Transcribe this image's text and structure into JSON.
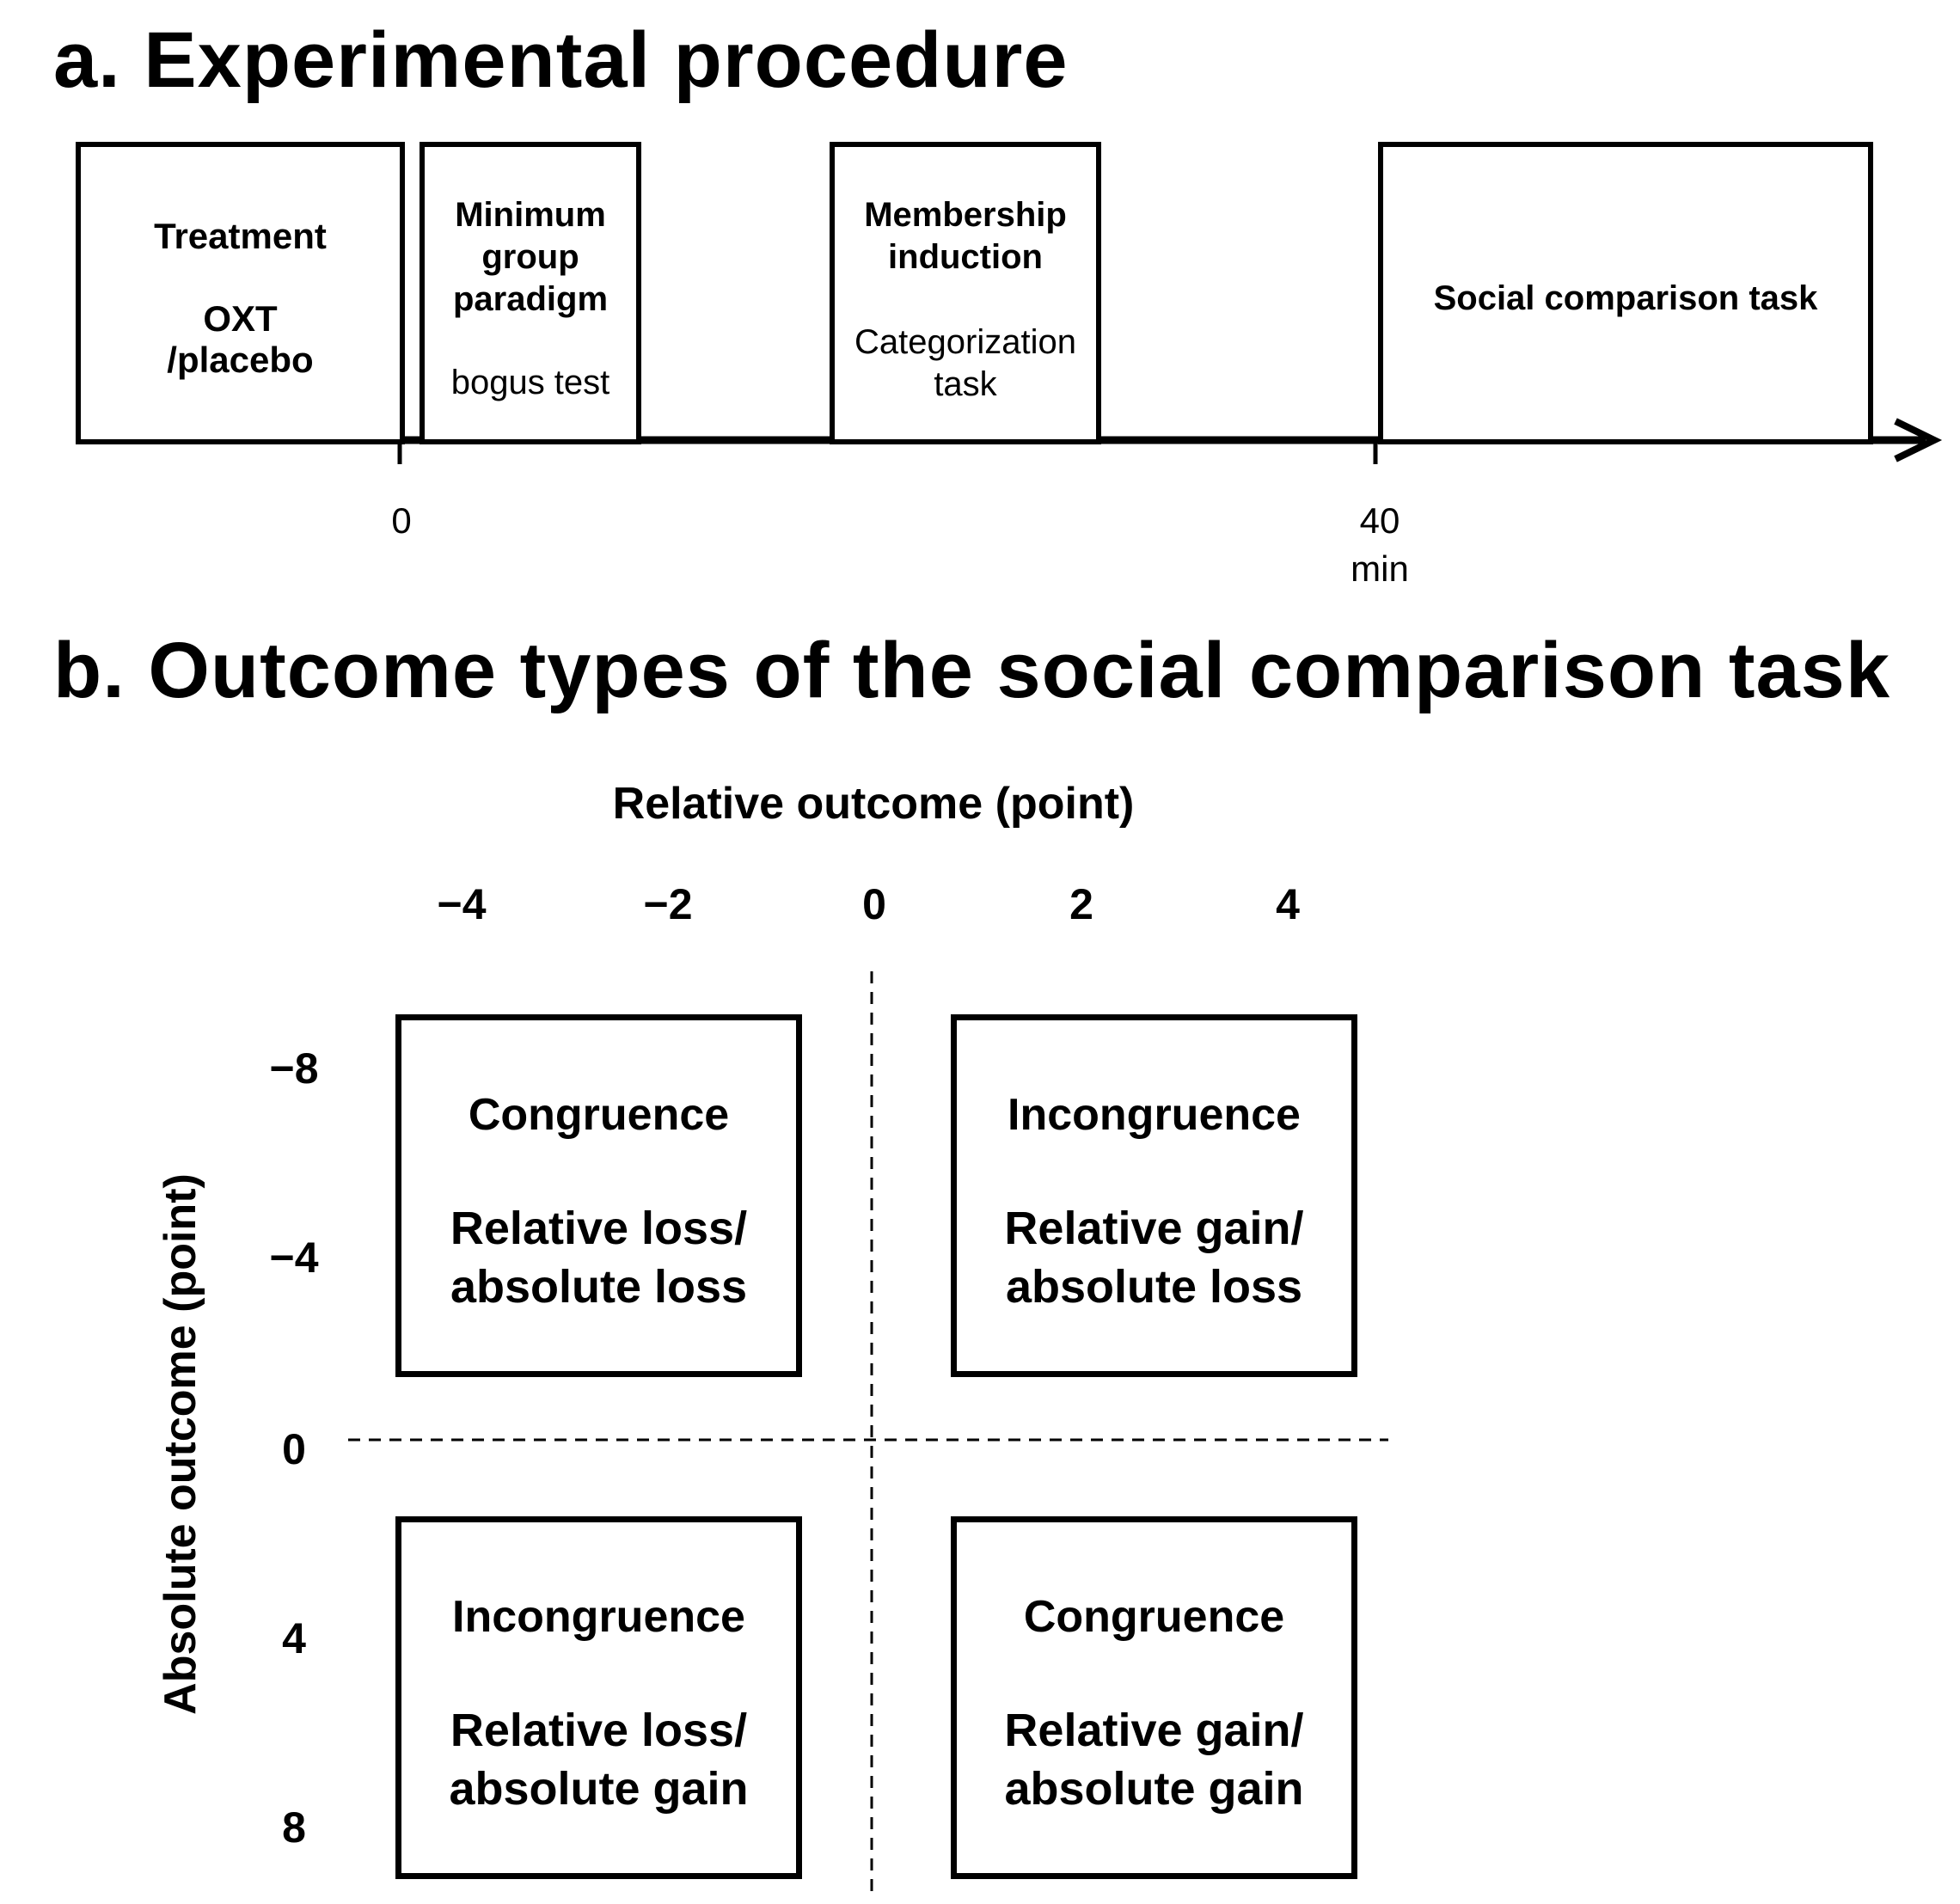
{
  "panel_a": {
    "title": "a. Experimental procedure",
    "boxes": [
      {
        "lines": [
          "Treatment",
          "",
          "OXT",
          "/placebo"
        ]
      },
      {
        "lines": [
          "Minimum",
          "group",
          "paradigm"
        ],
        "sub": "bogus test"
      },
      {
        "lines": [
          "Membership",
          "induction"
        ],
        "sub_lines": [
          "Categorization",
          "task"
        ]
      },
      {
        "lines": [
          "Social comparison task"
        ]
      }
    ],
    "timeline": {
      "tick_0": "0",
      "tick_40": "40",
      "unit": "min"
    }
  },
  "panel_b": {
    "title": "b. Outcome types of the social comparison task",
    "x_axis_label": "Relative outcome (point)",
    "y_axis_label": "Absolute outcome (point)",
    "x_ticks": [
      "−4",
      "−2",
      "0",
      "2",
      "4"
    ],
    "y_ticks": [
      "−8",
      "−4",
      "0",
      "4",
      "8"
    ],
    "quadrants": [
      {
        "type": "Congruence",
        "line1": "Relative loss/",
        "line2": "absolute loss"
      },
      {
        "type": "Incongruence",
        "line1": "Relative gain/",
        "line2": "absolute loss"
      },
      {
        "type": "Incongruence",
        "line1": "Relative loss/",
        "line2": "absolute gain"
      },
      {
        "type": "Congruence",
        "line1": "Relative gain/",
        "line2": "absolute gain"
      }
    ]
  }
}
